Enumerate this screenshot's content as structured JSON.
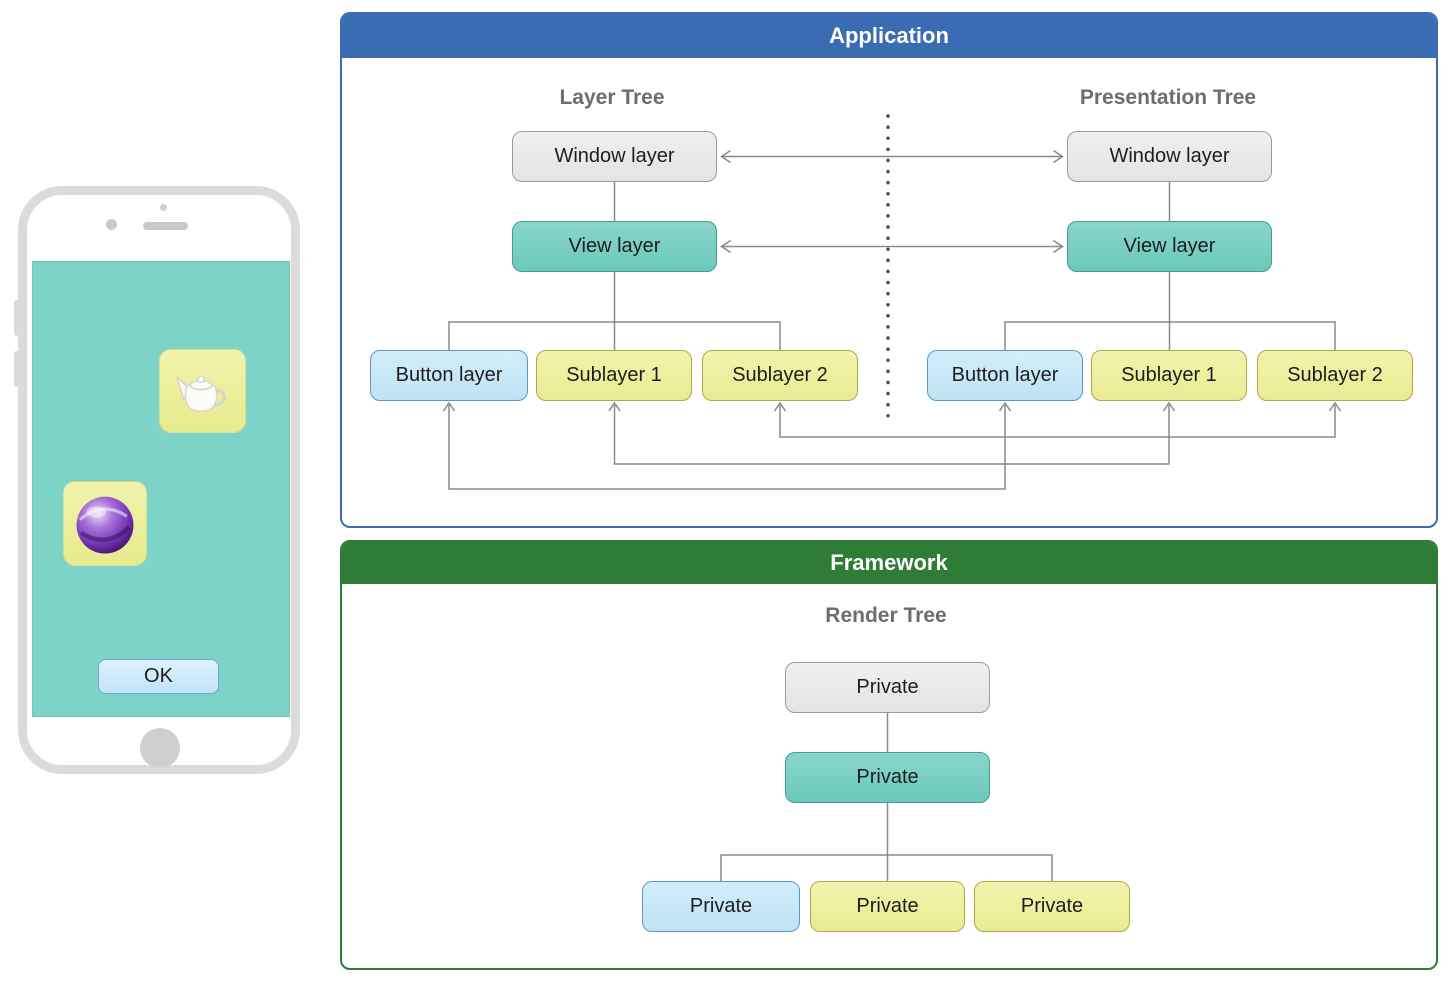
{
  "colors": {
    "application_accent": "#3A6CB4",
    "framework_accent": "#2E7C35",
    "gray_node": "#E9E9E9",
    "teal_node": "#7ACFC4",
    "blue_node": "#C8E7F7",
    "yellow_node": "#EEF0A1",
    "phone_screen": "#7ED3C8"
  },
  "phone": {
    "ok_label": "OK",
    "icons": {
      "teapot": "teapot-icon",
      "sphere": "core-animation-sphere-icon"
    }
  },
  "application": {
    "title": "Application",
    "layer_tree": {
      "title": "Layer Tree",
      "window": "Window layer",
      "view": "View layer",
      "children": [
        "Button layer",
        "Sublayer 1",
        "Sublayer 2"
      ]
    },
    "presentation_tree": {
      "title": "Presentation Tree",
      "window": "Window layer",
      "view": "View layer",
      "children": [
        "Button layer",
        "Sublayer 1",
        "Sublayer 2"
      ]
    }
  },
  "framework": {
    "title": "Framework",
    "render_tree": {
      "title": "Render Tree",
      "root": "Private",
      "middle": "Private",
      "children": [
        "Private",
        "Private",
        "Private"
      ]
    }
  }
}
